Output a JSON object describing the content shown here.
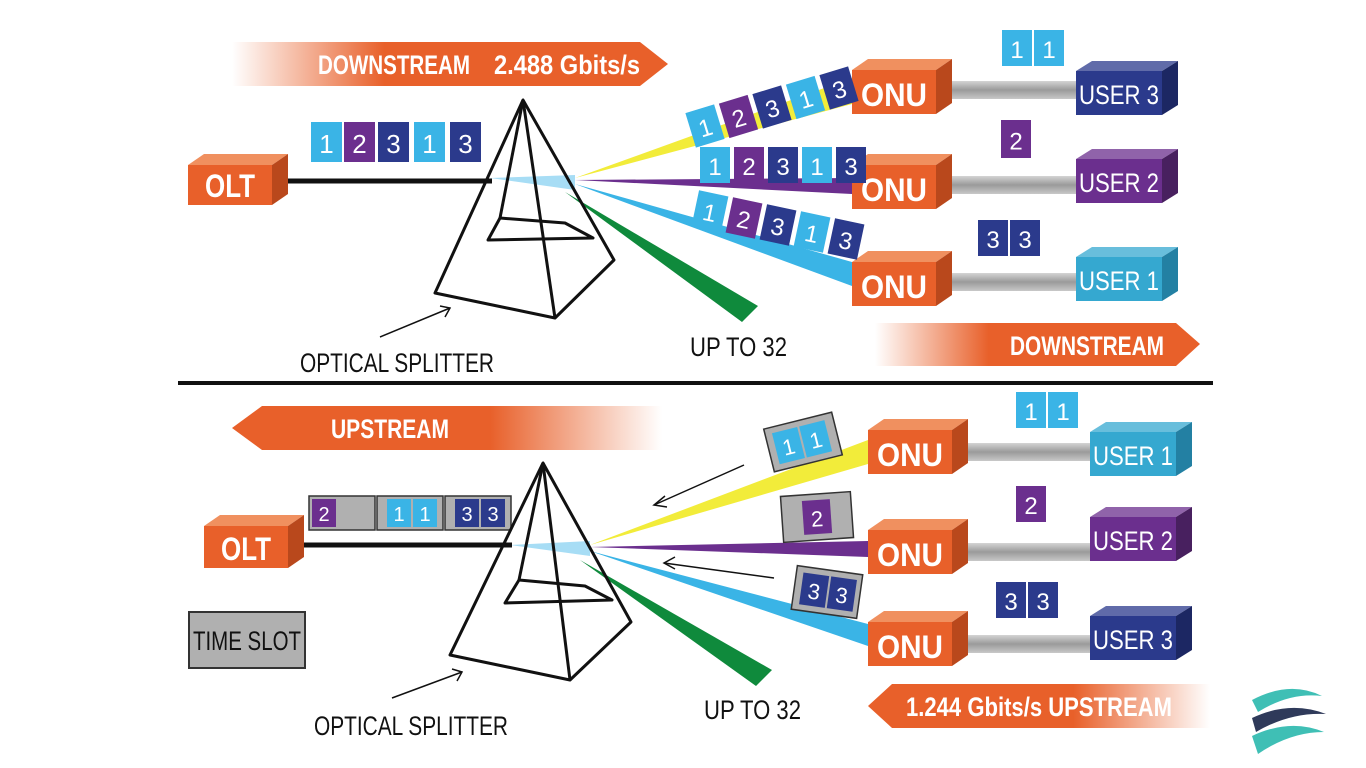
{
  "colors": {
    "orange": "#e8602a",
    "orange_dark": "#b9481c",
    "light_blue": "#3ab4e6",
    "purple": "#6b2f8e",
    "navy": "#2b3a8c",
    "gray_box": "#b0b0b0",
    "yellow": "#f2ec3a",
    "green": "#0f8a3c",
    "cyan_user": "#35a8d0"
  },
  "top": {
    "downstream_banner": "DOWNSTREAM",
    "downstream_rate": "2.488 Gbits/s",
    "olt_label": "OLT",
    "olt_packets": [
      "1",
      "2",
      "3",
      "1",
      "3"
    ],
    "splitter_label": "OPTICAL SPLITTER",
    "up_to_label": "UP TO 32",
    "downstream_bottom": "DOWNSTREAM",
    "onus": [
      {
        "label": "ONU",
        "user": "USER 3",
        "stream": [
          "1",
          "2",
          "3",
          "1",
          "3"
        ],
        "user_packets": [
          "1",
          "1"
        ]
      },
      {
        "label": "ONU",
        "user": "USER 2",
        "stream": [
          "1",
          "2",
          "3",
          "1",
          "3"
        ],
        "user_packets": [
          "2"
        ]
      },
      {
        "label": "ONU",
        "user": "USER 1",
        "stream": [
          "1",
          "2",
          "3",
          "1",
          "3"
        ],
        "user_packets": [
          "3",
          "3"
        ]
      }
    ]
  },
  "bottom": {
    "upstream_banner": "UPSTREAM",
    "olt_label": "OLT",
    "slots": [
      [
        "2"
      ],
      [
        "1",
        "1"
      ],
      [
        "3",
        "3"
      ]
    ],
    "time_slot_label": "TIME SLOT",
    "splitter_label": "OPTICAL SPLITTER",
    "up_to_label": "UP TO 32",
    "upstream_bottom": "1.244 Gbits/s UPSTREAM",
    "onus": [
      {
        "label": "ONU",
        "user": "USER 1",
        "stream": [
          "1",
          "1"
        ],
        "user_packets": [
          "1",
          "1"
        ]
      },
      {
        "label": "ONU",
        "user": "USER 2",
        "stream": [
          "2"
        ],
        "user_packets": [
          "2"
        ]
      },
      {
        "label": "ONU",
        "user": "USER 3",
        "stream": [
          "3",
          "3"
        ],
        "user_packets": [
          "3",
          "3"
        ]
      }
    ]
  }
}
